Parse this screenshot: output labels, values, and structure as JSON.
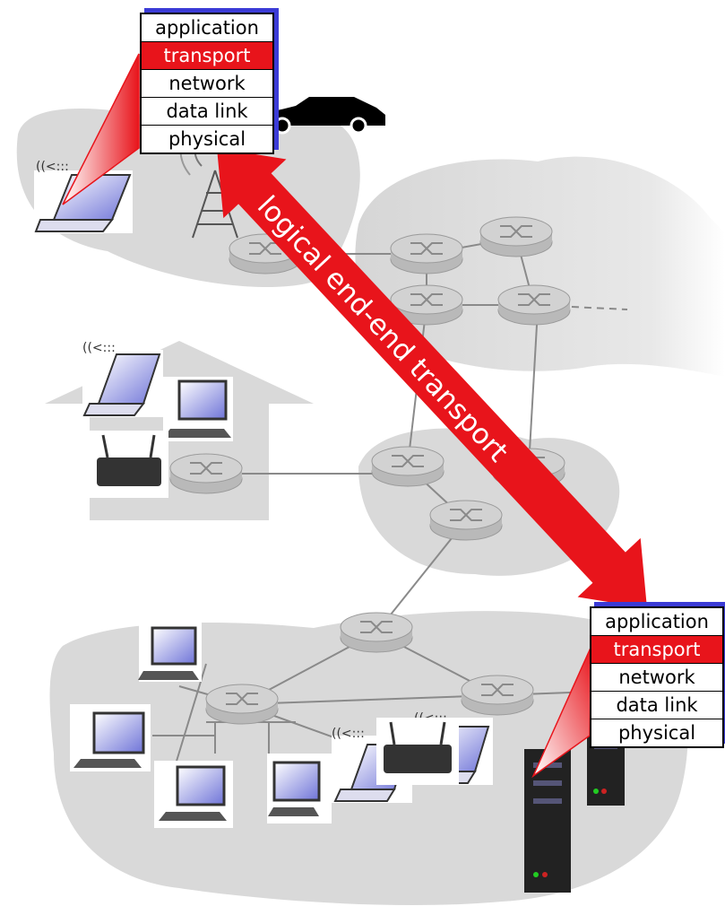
{
  "source_stack": {
    "layers": [
      "application",
      "transport",
      "network",
      "data link",
      "physical"
    ],
    "highlighted": "transport"
  },
  "dest_stack": {
    "layers": [
      "application",
      "transport",
      "network",
      "data link",
      "physical"
    ],
    "highlighted": "transport"
  },
  "arrow": {
    "label": "logical end-end transport",
    "color": "#e8141b"
  },
  "colors": {
    "network_cloud": "#d9d9d9",
    "router": "#c9c9c9",
    "link": "#8a8a8a",
    "stack_shadow": "#3b3bd6"
  },
  "icons": [
    "laptop-icon",
    "desktop-icon",
    "router-icon",
    "wireless-router-icon",
    "cell-tower-icon",
    "car-icon",
    "server-icon",
    "house-icon"
  ]
}
